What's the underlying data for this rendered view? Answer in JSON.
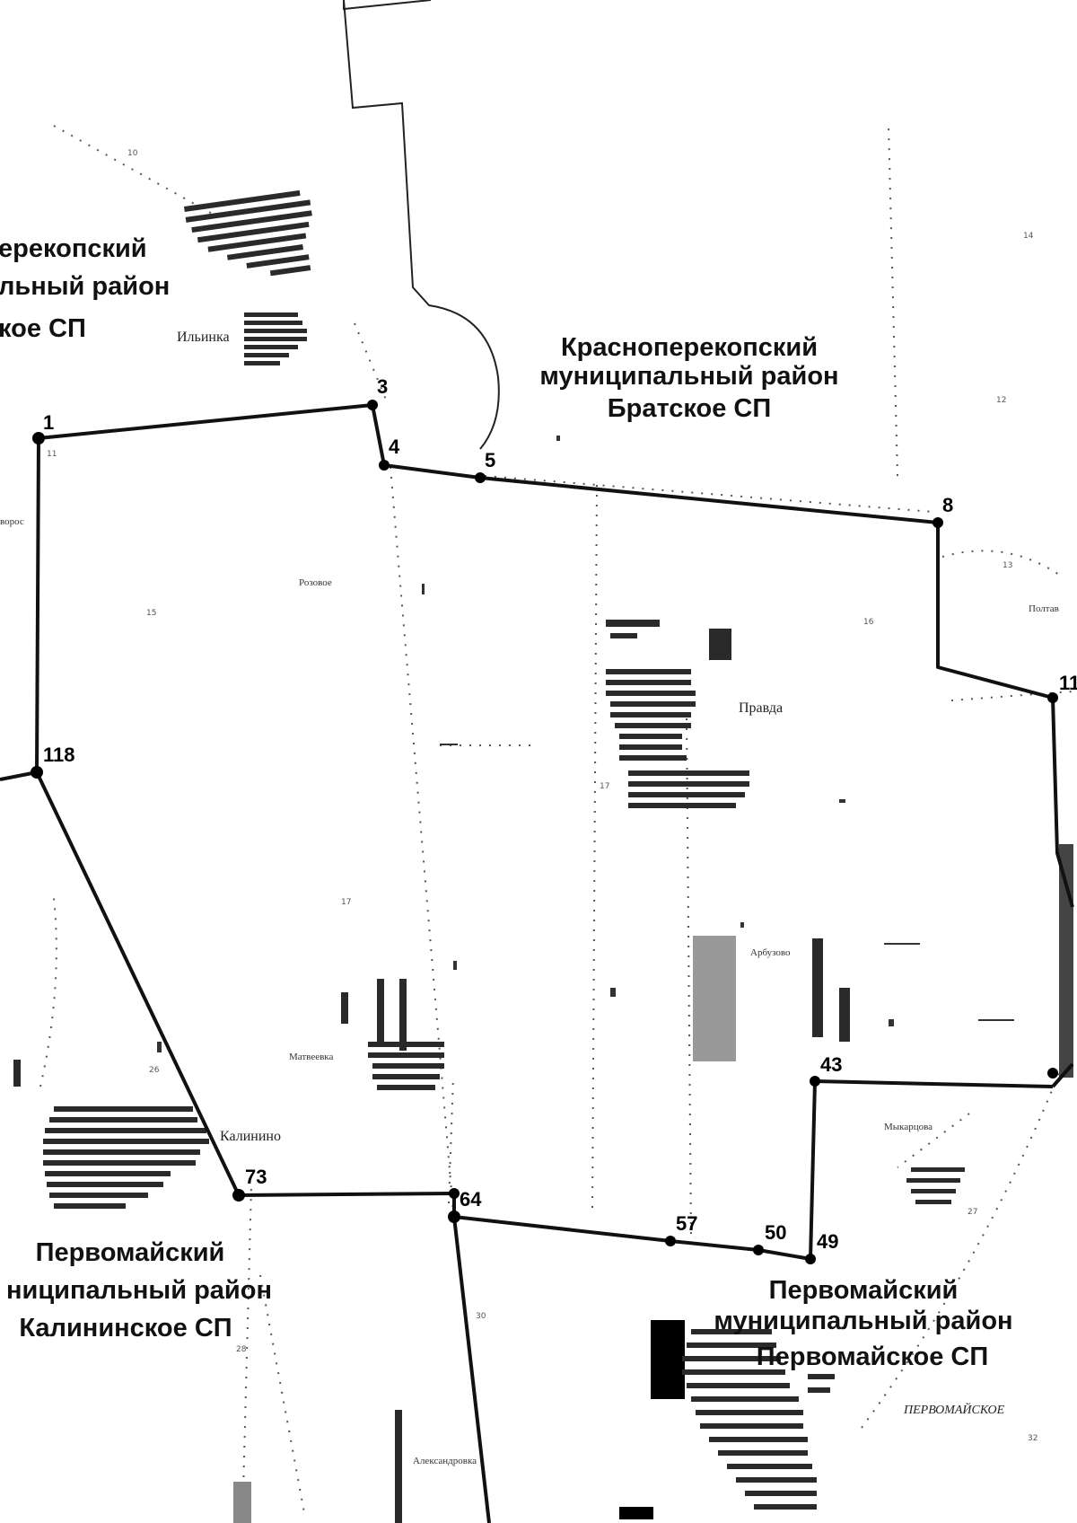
{
  "regions": {
    "nw": {
      "line1": "ерекопский",
      "line2": "льный район",
      "line3": "кое СП"
    },
    "north": {
      "line1": "Красноперекопский",
      "line2": "муниципальный район",
      "line3": "Братское СП"
    },
    "sw": {
      "line1": "Первомайский",
      "line2": "ниципальный район",
      "line3": "Калининское СП"
    },
    "se": {
      "line1": "Первомайский",
      "line2": "муниципальный район",
      "line3": "Первомайское СП"
    }
  },
  "villages": {
    "ilyinka": "Ильинка",
    "pravda": "Правда",
    "kalinino": "Калинино",
    "pervomaiskoe": "ПЕРВОМАЙСКОЕ",
    "arbuzovo": "Арбузово",
    "matveevka": "Матвеевка",
    "poltav": "Полтав",
    "murzynka": "Мыкарцова",
    "aleks": "Александровка",
    "rozovoe": "Розовое",
    "voros": "ворос"
  },
  "boundary_points": [
    {
      "id": "1",
      "label": "1"
    },
    {
      "id": "3",
      "label": "3"
    },
    {
      "id": "4",
      "label": "4"
    },
    {
      "id": "5",
      "label": "5"
    },
    {
      "id": "8",
      "label": "8"
    },
    {
      "id": "11",
      "label": "11"
    },
    {
      "id": "118",
      "label": "118"
    },
    {
      "id": "43",
      "label": "43"
    },
    {
      "id": "73",
      "label": "73"
    },
    {
      "id": "64",
      "label": "64"
    },
    {
      "id": "57",
      "label": "57"
    },
    {
      "id": "50",
      "label": "50"
    },
    {
      "id": "49",
      "label": "49"
    }
  ],
  "grid_numbers": [
    "10",
    "11",
    "12",
    "13",
    "14",
    "15",
    "16",
    "17",
    "17",
    "26",
    "27",
    "28",
    "30",
    "32"
  ],
  "colors": {
    "boundary": "#111111",
    "background": "#ffffff",
    "built_up": "#222222"
  }
}
